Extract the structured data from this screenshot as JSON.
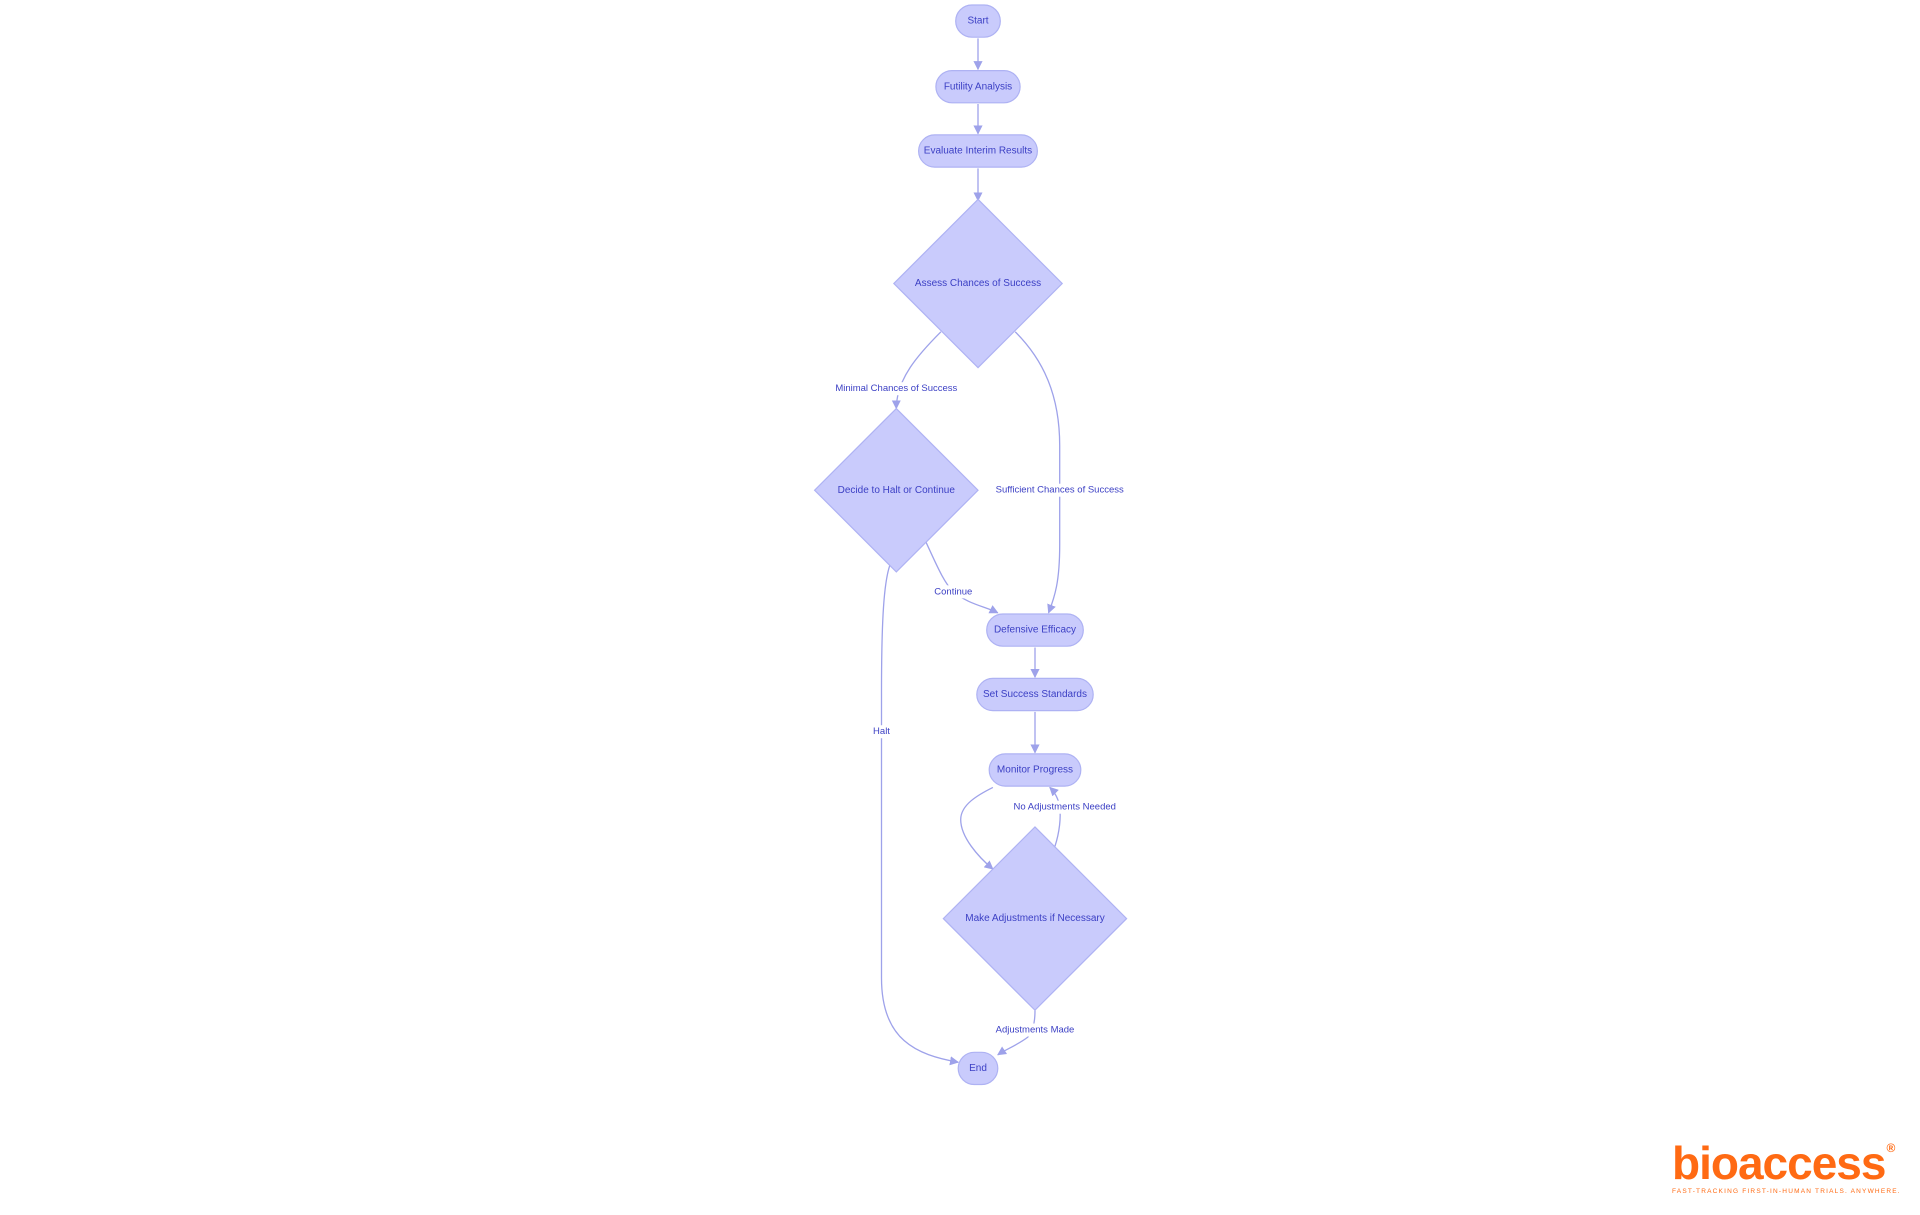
{
  "diagram": {
    "nodes": [
      {
        "id": "start",
        "label": "Start"
      },
      {
        "id": "futility",
        "label": "Futility Analysis"
      },
      {
        "id": "evaluate",
        "label": "Evaluate Interim Results"
      },
      {
        "id": "assess",
        "label": "Assess Chances of Success"
      },
      {
        "id": "decide",
        "label": "Decide to Halt or Continue"
      },
      {
        "id": "defensive",
        "label": "Defensive Efficacy"
      },
      {
        "id": "standards",
        "label": "Set Success Standards"
      },
      {
        "id": "monitor",
        "label": "Monitor Progress"
      },
      {
        "id": "adjust",
        "label": "Make Adjustments if Necessary"
      },
      {
        "id": "end",
        "label": "End"
      }
    ],
    "edges": [
      {
        "from": "start",
        "to": "futility",
        "label": ""
      },
      {
        "from": "futility",
        "to": "evaluate",
        "label": ""
      },
      {
        "from": "evaluate",
        "to": "assess",
        "label": ""
      },
      {
        "from": "assess",
        "to": "decide",
        "label": "Minimal Chances of Success"
      },
      {
        "from": "assess",
        "to": "defensive",
        "label": "Sufficient Chances of Success"
      },
      {
        "from": "decide",
        "to": "defensive",
        "label": "Continue"
      },
      {
        "from": "decide",
        "to": "end",
        "label": "Halt"
      },
      {
        "from": "defensive",
        "to": "standards",
        "label": ""
      },
      {
        "from": "standards",
        "to": "monitor",
        "label": ""
      },
      {
        "from": "monitor",
        "to": "adjust",
        "label": ""
      },
      {
        "from": "adjust",
        "to": "monitor",
        "label": "No Adjustments Needed"
      },
      {
        "from": "adjust",
        "to": "end",
        "label": "Adjustments Made"
      }
    ]
  },
  "logo": {
    "name": "bioaccess",
    "registered_mark": "®",
    "tagline": "FAST-TRACKING FIRST-IN-HUMAN TRIALS. ANYWHERE."
  },
  "colors": {
    "node_fill": "#c9cbfc",
    "node_stroke": "#aeb2f3",
    "text": "#3b3fc4",
    "edge": "#9ea2ea",
    "brand": "#ff6a13"
  }
}
